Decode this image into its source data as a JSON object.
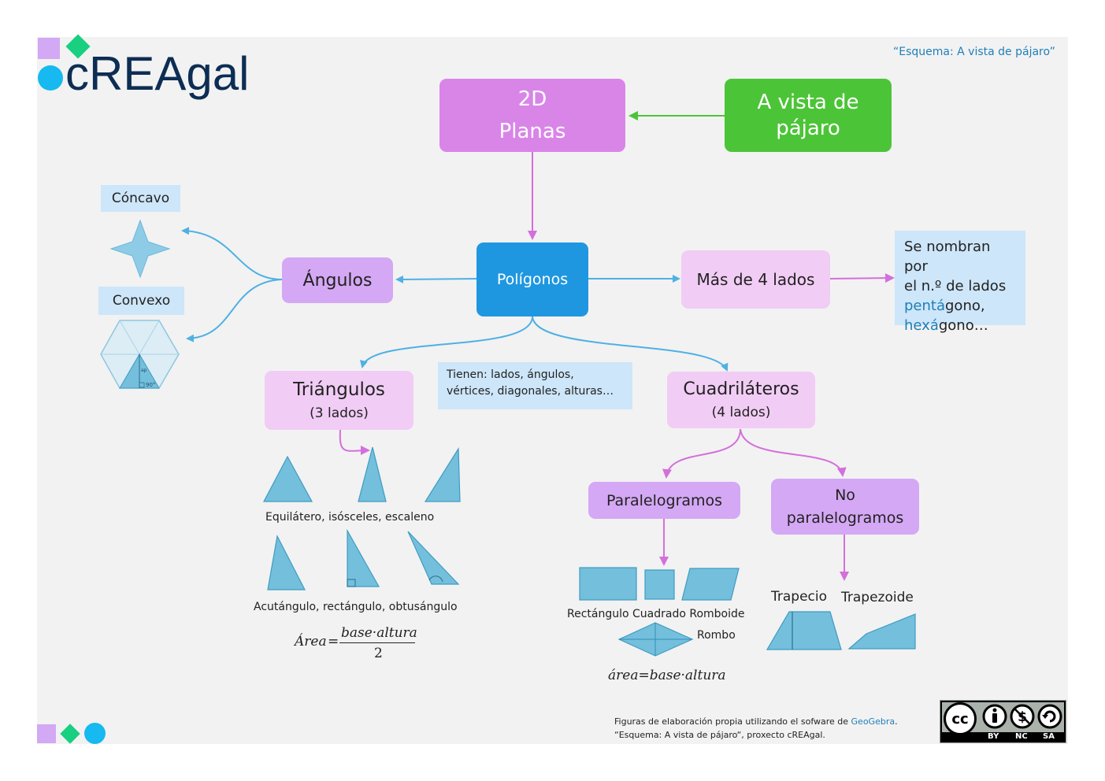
{
  "header": {
    "logo_text": "cREAgal",
    "subtitle": "“Esquema: A vista de pájaro”"
  },
  "nodes": {
    "planas_line1": "2D",
    "planas_line2": "Planas",
    "vista_line1": "A vista de",
    "vista_line2": "pájaro",
    "poligonos": "Polígonos",
    "angulos": "Ángulos",
    "mas4": "Más de 4 lados",
    "tienen": "Tienen: lados, ángulos, vértices, diagonales, alturas…",
    "triangulos_title": "Triángulos",
    "triangulos_sub": "(3 lados)",
    "cuadrilateros_title": "Cuadriláteros",
    "cuadrilateros_sub": "(4 lados)",
    "paralelogramos": "Paralelogramos",
    "no_paralelogramos_line1": "No",
    "no_paralelogramos_line2": "paralelogramos"
  },
  "nombran": {
    "line1": "Se nombran por",
    "line2": "el n.º de lados",
    "penta_prefix": "pentá",
    "penta_suffix": "gono,",
    "hexa_prefix": "hexá",
    "hexa_suffix": "gono…"
  },
  "labels": {
    "concavo": "Cóncavo",
    "convexo": "Convexo",
    "hex_ap": "ap",
    "hex_angle": "90°",
    "tri_sides": "Equilátero, isósceles, escaleno",
    "tri_angles": "Acutángulo, rectángulo, obtusángulo",
    "cuad_shapes": "Rectángulo Cuadrado Romboide",
    "rombo": "Rombo",
    "trapecio": "Trapecio",
    "trapezoide": "Trapezoide"
  },
  "formulas": {
    "tri_lhs": "Área",
    "tri_eq": "=",
    "tri_num": "base·altura",
    "tri_den": "2",
    "quad_lhs": "área",
    "quad_eq": "=",
    "quad_rhs": "base·altura"
  },
  "footer": {
    "credit_prefix": "Figuras de elaboración propia utilizando el sofware de ",
    "credit_link": "GeoGebra",
    "credit_end": ".",
    "credit_line2": "“Esquema: A vista de pájaro“, proxecto cREAgal.",
    "license_cc": "cc",
    "license_by": "BY",
    "license_nc": "NC",
    "license_sa": "SA"
  },
  "colors": {
    "canvas": "#f2f2f2",
    "magenta": "#d985e8",
    "green": "#4cc437",
    "blue": "#1f97e0",
    "lavender": "#d4a8f4",
    "pink_light": "#f1ccf5",
    "blue_light": "#cde6f9",
    "shape_fill": "#74bfdc",
    "shape_stroke": "#3e9cc2",
    "logo_navy": "#0d2d53",
    "logo_purple": "#d3a8f4",
    "logo_green": "#18d07f",
    "logo_cyan": "#16b9f0",
    "link": "#1f7fb8"
  }
}
